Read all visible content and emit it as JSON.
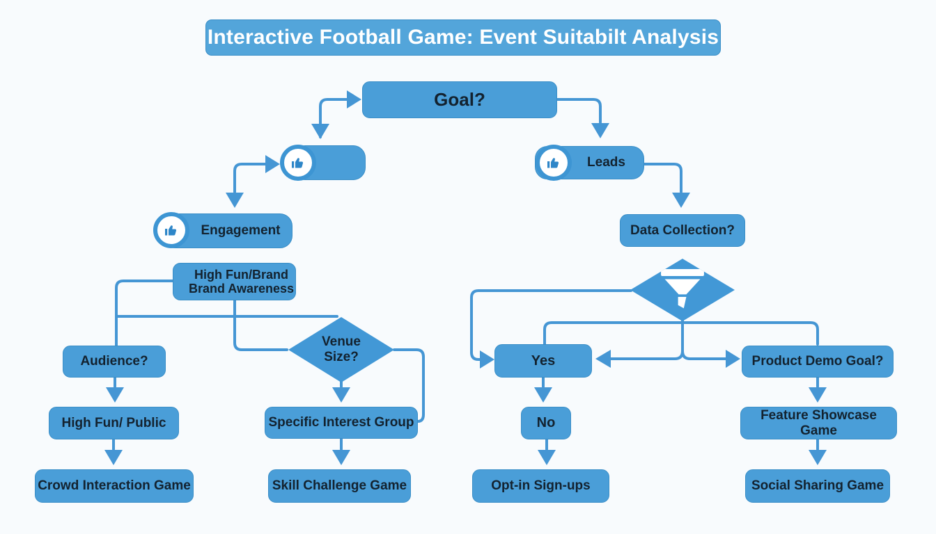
{
  "title": "Interactive Football Game: Event Suitabilt Analysis",
  "colors": {
    "node_blue": "#4a9ed8",
    "diamond_blue": "#4298d6",
    "line_blue": "#4596d4",
    "banner_blue": "#53a5da",
    "text_dark": "#13222f",
    "title_text": "#ffffff",
    "background": "#f8fbfd"
  },
  "icons": {
    "thumbs_up": "thumbs-up-icon",
    "funnel": "funnel-icon"
  },
  "nodes": {
    "goal": {
      "label": "Goal?"
    },
    "blank_metric": {
      "label": ""
    },
    "leads": {
      "label": "Leads"
    },
    "engagement": {
      "label": "Engagement"
    },
    "high_fun_brand": {
      "line1": "High Fun/Brand",
      "line2": "Brand Awareness"
    },
    "data_collection": {
      "label": "Data Collection?"
    },
    "audience": {
      "label": "Audience?"
    },
    "venue_size": {
      "line1": "Venue",
      "line2": "Size?"
    },
    "yes": {
      "label": "Yes"
    },
    "product_demo_goal": {
      "label": "Product Demo Goal?"
    },
    "high_fun_public": {
      "label": "High Fun/ Public"
    },
    "specific_interest_group": {
      "label": "Specific Interest Group"
    },
    "no": {
      "label": "No"
    },
    "feature_showcase_game": {
      "label": "Feature Showcase Game"
    },
    "crowd_interaction_game": {
      "label": "Crowd Interaction Game"
    },
    "skill_challenge_game": {
      "label": "Skill Challenge Game"
    },
    "opt_in_sign_ups": {
      "label": "Opt-in Sign-ups"
    },
    "social_sharing_game": {
      "label": "Social Sharing Game"
    }
  },
  "edges": [
    {
      "from": "goal",
      "to": "blank_metric"
    },
    {
      "from": "goal",
      "to": "leads"
    },
    {
      "from": "blank_metric",
      "to": "engagement"
    },
    {
      "from": "high_fun_brand",
      "to": "audience"
    },
    {
      "from": "high_fun_brand",
      "to": "venue_size"
    },
    {
      "from": "audience",
      "to": "high_fun_public"
    },
    {
      "from": "high_fun_public",
      "to": "crowd_interaction_game"
    },
    {
      "from": "venue_size",
      "to": "specific_interest_group"
    },
    {
      "from": "specific_interest_group",
      "to": "skill_challenge_game"
    },
    {
      "from": "leads",
      "to": "data_collection"
    },
    {
      "from": "funnel_decision",
      "to": "yes"
    },
    {
      "from": "funnel_decision",
      "to": "product_demo_goal"
    },
    {
      "from": "yes",
      "to": "no"
    },
    {
      "from": "no",
      "to": "opt_in_sign_ups"
    },
    {
      "from": "product_demo_goal",
      "to": "feature_showcase_game"
    },
    {
      "from": "feature_showcase_game",
      "to": "social_sharing_game"
    }
  ]
}
